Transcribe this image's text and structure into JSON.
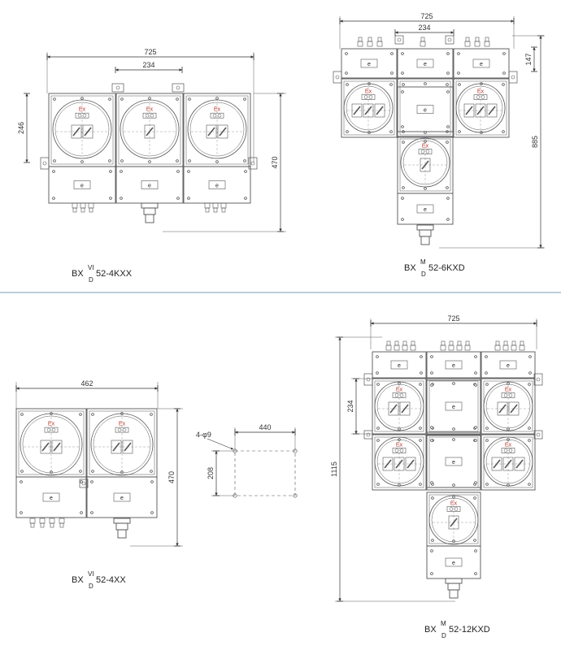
{
  "colors": {
    "line": "#555555",
    "dim_line": "#333333",
    "divider": "#7a9bb0",
    "ex_mark": "#c0392b",
    "background": "#ffffff"
  },
  "labels": {
    "ex": "Ex",
    "earth": "e"
  },
  "diagrams": {
    "top_left": {
      "model_prefix": "BX",
      "model_sup": "VI",
      "model_sub": "D",
      "model_suffix": "52-4KXX",
      "dim_width": "725",
      "dim_pitch": "234",
      "dim_upper_height": "246",
      "dim_total_height": "470"
    },
    "top_right": {
      "model_prefix": "BX",
      "model_sup": "M",
      "model_sub": "D",
      "model_suffix": "52-6KXD",
      "dim_width": "725",
      "dim_pitch": "234",
      "dim_top_height": "147",
      "dim_total_height": "885"
    },
    "bottom_left": {
      "model_prefix": "BX",
      "model_sup": "VI",
      "model_sub": "D",
      "model_suffix": "52-4XX",
      "dim_width": "462",
      "dim_total_height": "470"
    },
    "mount_detail": {
      "dim_holes": "4-φ9",
      "dim_width": "440",
      "dim_height": "208"
    },
    "bottom_right": {
      "model_prefix": "BX",
      "model_sup": "M",
      "model_sub": "D",
      "model_suffix": "52-12KXD",
      "dim_width": "725",
      "dim_pitch": "234",
      "dim_total_height": "1115"
    }
  }
}
